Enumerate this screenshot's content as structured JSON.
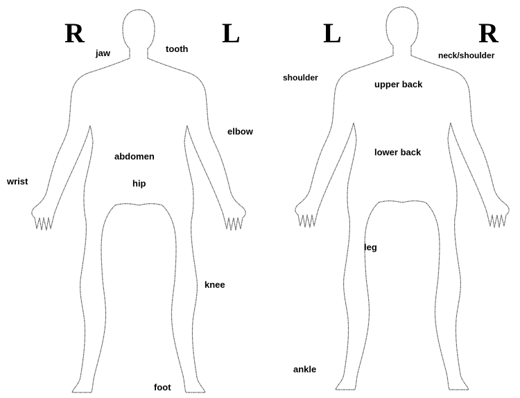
{
  "side_markers": {
    "front_left_edge": "R",
    "front_right_edge": "L",
    "back_left_edge": "L",
    "back_right_edge": "R"
  },
  "front_labels": {
    "jaw": "jaw",
    "tooth": "tooth",
    "elbow": "elbow",
    "abdomen": "abdomen",
    "wrist": "wrist",
    "hip": "hip",
    "knee": "knee",
    "foot": "foot"
  },
  "back_labels": {
    "neck_shoulder": "neck/shoulder",
    "shoulder": "shoulder",
    "upper_back": "upper back",
    "lower_back": "lower back",
    "leg": "leg",
    "ankle": "ankle"
  },
  "colors": {
    "outline": "#6d6d6d",
    "text": "#000000",
    "background": "#ffffff"
  }
}
